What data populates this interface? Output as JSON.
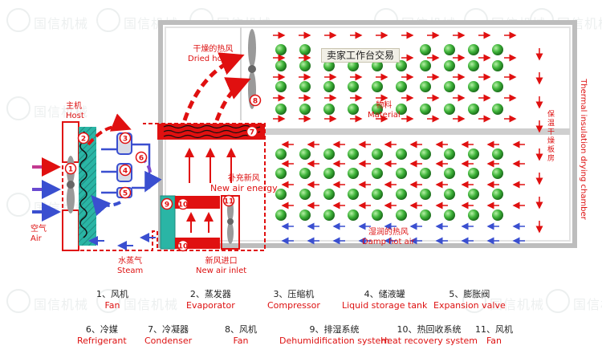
{
  "watermark": {
    "brand_cn": "国信机械"
  },
  "labels": {
    "host_cn": "主机",
    "host_en": "Host",
    "air_cn": "空气",
    "air_en": "Air",
    "dried_hot_air_cn": "干燥的热风",
    "dried_hot_air_en": "Dried hot air",
    "stamp_text": "卖家工作台交易",
    "material_cn": "物料",
    "material_en": "Material",
    "new_air_energy_cn": "补充新风",
    "new_air_energy_en": "New air energy",
    "damp_hot_air_cn": "湿润的热风",
    "damp_hot_air_en": "Damp hot air",
    "steam_cn": "水蒸气",
    "steam_en": "Steam",
    "new_air_inlet_cn": "新风进口",
    "new_air_inlet_en": "New air inlet",
    "chamber_cn": "保温干燥板房",
    "chamber_en": "Thermal insulation drying chamber"
  },
  "markers": [
    "1",
    "2",
    "3",
    "4",
    "5",
    "6",
    "7",
    "8",
    "9",
    "10",
    "11"
  ],
  "legend": [
    {
      "cn": "1、风机",
      "en": "Fan"
    },
    {
      "cn": "2、蒸发器",
      "en": "Evaporator"
    },
    {
      "cn": "3、压缩机",
      "en": "Compressor"
    },
    {
      "cn": "4、储液罐",
      "en": "Liquid storage tank"
    },
    {
      "cn": "5、膨胀阀",
      "en": "Expansion valve"
    },
    {
      "cn": "6、冷媒",
      "en": "Refrigerant"
    },
    {
      "cn": "7、冷凝器",
      "en": "Condenser"
    },
    {
      "cn": "8、风机",
      "en": "Fan"
    },
    {
      "cn": "9、排湿系统",
      "en": "Dehumidification system"
    },
    {
      "cn": "10、热回收系统",
      "en": "Heat recovery system"
    },
    {
      "cn": "11、风机",
      "en": "Fan"
    }
  ],
  "colors": {
    "red": "#e01010",
    "blue": "#3a4fd0",
    "teal": "#20b8a8",
    "green": "#2ea52e",
    "gray": "#b8b8b8"
  }
}
